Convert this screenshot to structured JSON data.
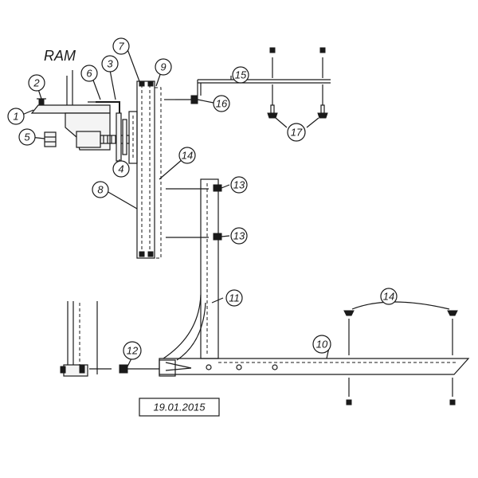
{
  "title": "RAM",
  "date": "19.01.2015",
  "callouts": [
    {
      "id": "c1",
      "label": "1"
    },
    {
      "id": "c2",
      "label": "2"
    },
    {
      "id": "c3",
      "label": "3"
    },
    {
      "id": "c4",
      "label": "4"
    },
    {
      "id": "c5",
      "label": "5"
    },
    {
      "id": "c6",
      "label": "6"
    },
    {
      "id": "c7",
      "label": "7"
    },
    {
      "id": "c8",
      "label": "8"
    },
    {
      "id": "c9",
      "label": "9"
    },
    {
      "id": "c10",
      "label": "10"
    },
    {
      "id": "c11",
      "label": "11"
    },
    {
      "id": "c12",
      "label": "12"
    },
    {
      "id": "c13a",
      "label": "13"
    },
    {
      "id": "c13b",
      "label": "13"
    },
    {
      "id": "c14a",
      "label": "14"
    },
    {
      "id": "c14b",
      "label": "14"
    },
    {
      "id": "c15",
      "label": "15"
    },
    {
      "id": "c16",
      "label": "16"
    },
    {
      "id": "c17",
      "label": "17"
    }
  ]
}
